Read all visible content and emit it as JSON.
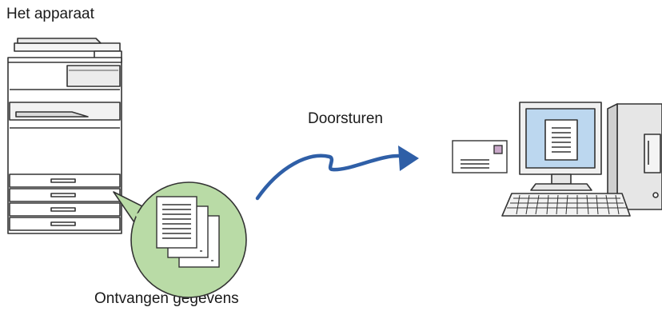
{
  "labels": {
    "device": "Het apparaat",
    "forward": "Doorsturen",
    "received": "Ontvangen gegevens"
  },
  "icons": {
    "copier": "multifunction-printer-icon",
    "documents": "document-stack-icon",
    "arrow": "curved-arrow-icon",
    "envelope": "envelope-icon",
    "computer": "desktop-computer-icon"
  },
  "colors": {
    "arrow": "#2f5fa7",
    "bubble_fill": "#b9dba6",
    "screen": "#bcd7ef",
    "outline": "#333333"
  }
}
